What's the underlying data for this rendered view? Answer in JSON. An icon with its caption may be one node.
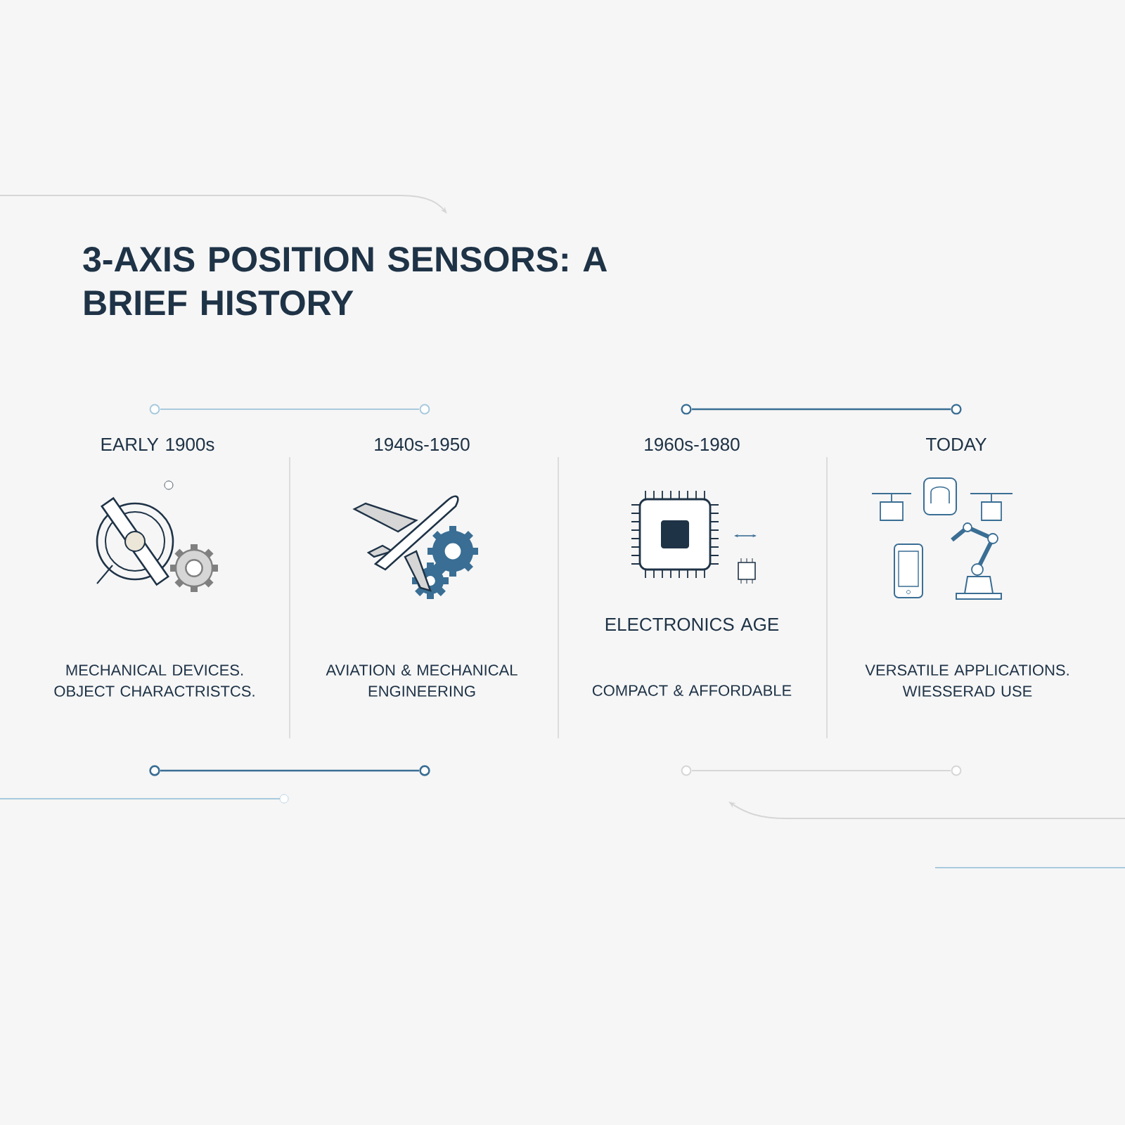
{
  "diagram": {
    "title": "3-AXIS POSITION SENSORS: A BRIEF HISTORY",
    "labels": [
      "EARLY 1900s",
      "1940s-1950",
      "1960s-1980",
      "TODAY",
      "ELECTRONICS AGE",
      "MECHANICAL DEVICES. OBJECT CHARACTRISTCS.",
      "AVIATION & MECHANICAL ENGINEERING",
      "COMPACT & AFFORDABLE",
      "VERSATILE APPLICATIONS. WIESSERAD USE"
    ]
  }
}
